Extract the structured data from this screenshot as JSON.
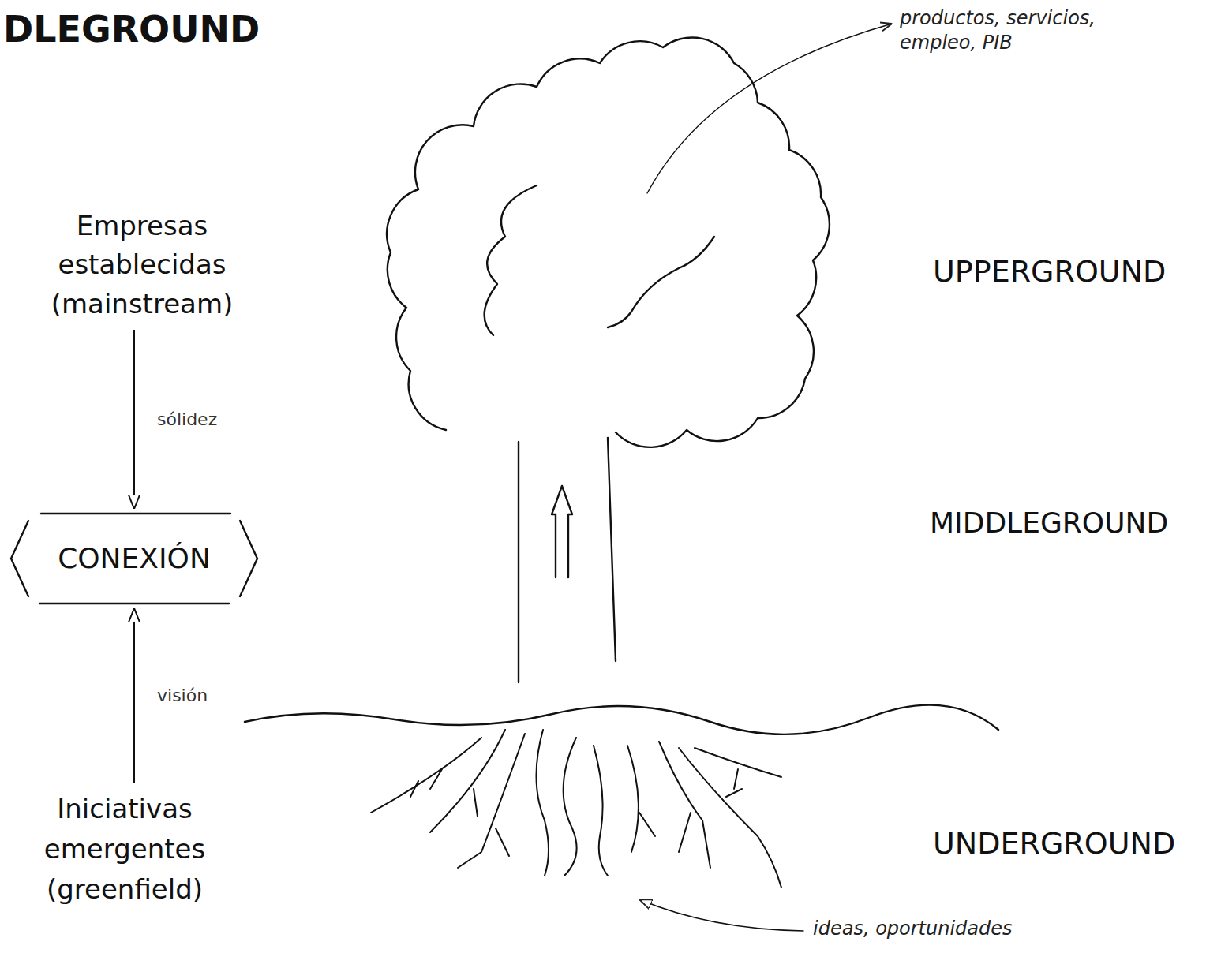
{
  "diagram": {
    "title": "DLEGROUND",
    "nodes": [
      {
        "text": [
          "Empresas establecidas (mainstream)"
        ]
      },
      {
        "text": [
          "CONEXIÓN"
        ]
      },
      {
        "text": [
          "Iniciativas emergentes (greenfield)"
        ]
      }
    ],
    "edges": [
      {
        "from": 0,
        "to": 1,
        "label": "sólidez",
        "arrow": "to"
      },
      {
        "from": 2,
        "to": 1,
        "label": "visión",
        "arrow": "to"
      }
    ],
    "labels": [
      "productos, servicios, empleo, PIB",
      "UPPERGROUND",
      "MIDDLEGROUND",
      "UNDERGROUND",
      "ideas, oportunidades"
    ]
  }
}
